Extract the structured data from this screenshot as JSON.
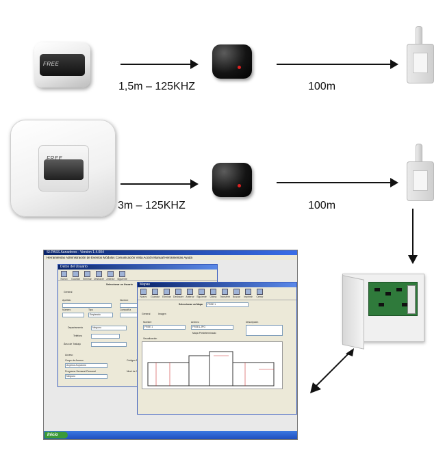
{
  "labels": {
    "row1_link1": "1,5m – 125KHZ",
    "row1_link2": "100m",
    "row2_link1": "3m – 125KHZ",
    "row2_link2": "100m"
  },
  "devices": {
    "reader_brand": "FREE",
    "reader_brand_large": "FREE"
  },
  "screenshot": {
    "app_title": "SI-PASS Aanadores - Version 1.4.004",
    "menu": "Herramientas  Administración de Eventos  Módulos  Comunicación  Vista  Acción Manual  Herramientas  Ayuda",
    "dialog_back_title": "Datos del Usuario",
    "dialog_front_title": "Mapas",
    "start_label": "Inicio",
    "toolbar": [
      "Nuevo",
      "Guardar",
      "Eliminar",
      "Deshacer",
      "Anterior",
      "Siguiente",
      "Último",
      "Transferir",
      "Buscar",
      "Imprimir",
      "Cerrar"
    ],
    "select_user_label": "Seleccionar un Usuario",
    "select_map_label": "Seleccionar un Mapa",
    "map_value": "FREE 1",
    "tabs": [
      "General",
      "Imagen"
    ],
    "fields": [
      "Nombre",
      "Archivo",
      "Descripción"
    ],
    "name_value": "FREE 1",
    "file_value": "FREE1.JPG",
    "checkbox_label": "Mapa Predeterminado",
    "visualization_label": "Visualización",
    "back_fields": [
      "Apellido",
      "Nombre",
      "Número",
      "Tipo",
      "Compañía",
      "Departamento",
      "Teléfono",
      "Área de Trabajo",
      "Acceso",
      "Grupo de Acceso",
      "Programa Semanal Personal",
      "Códigos Fijos",
      "Nivel de Control"
    ],
    "back_values": [
      "Empleado",
      "Ninguno",
      "Anytime Anywhere",
      "Ninguno"
    ]
  },
  "colors": {
    "arrow": "#111111",
    "titlebar": "#0a246a",
    "taskbar": "#245edb",
    "pcb": "#2f7a3b"
  }
}
